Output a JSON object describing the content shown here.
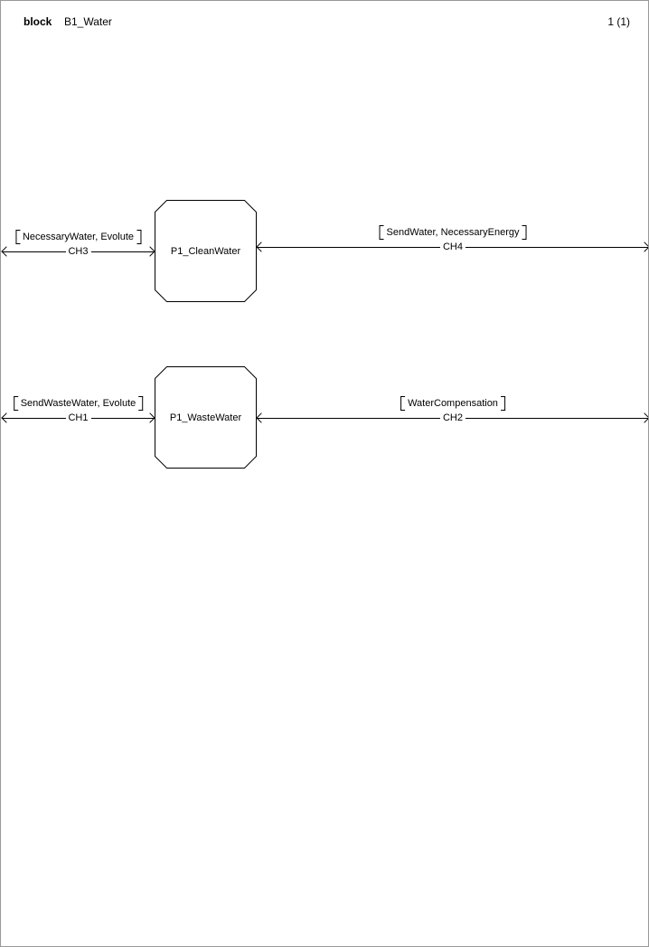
{
  "header": {
    "kind": "block",
    "title": "B1_Water",
    "page_number": "1 (1)"
  },
  "processes": {
    "clean": {
      "label": "P1_CleanWater"
    },
    "waste": {
      "label": "P1_WasteWater"
    }
  },
  "channels": {
    "ch3": {
      "name": "CH3",
      "signals": "NecessaryWater, Evolute"
    },
    "ch4": {
      "name": "CH4",
      "signals": "SendWater, NecessaryEnergy"
    },
    "ch1": {
      "name": "CH1",
      "signals": "SendWasteWater, Evolute"
    },
    "ch2": {
      "name": "CH2",
      "signals": "WaterCompensation"
    }
  }
}
